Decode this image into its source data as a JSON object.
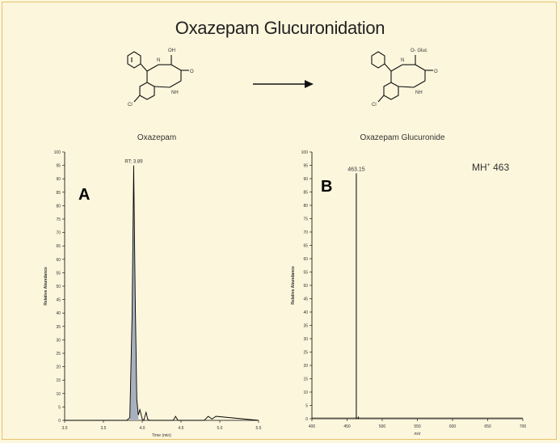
{
  "title": "Oxazepam Glucuronidation",
  "colors": {
    "background": "#fcf6dc",
    "border": "#e6c36a",
    "peak_fill": "#a9b0bd",
    "line": "#000000"
  },
  "molecules": {
    "left": {
      "name": "Oxazepam",
      "atoms": {
        "n": "N",
        "oh": "OH",
        "o": "O",
        "nh": "NH",
        "cl": "Cl"
      }
    },
    "right": {
      "name": "Oxazepam Glucuronide",
      "atoms": {
        "n": "N",
        "og": "O- Gluc",
        "o": "O",
        "nh": "NH",
        "cl": "Cl"
      }
    }
  },
  "chart_data": [
    {
      "type": "line",
      "panel_label": "A",
      "xlabel": "Time (min)",
      "ylabel": "Relative Abundance",
      "xlim": [
        3.0,
        5.5
      ],
      "ylim": [
        0,
        100
      ],
      "x_ticks": [
        3.0,
        3.5,
        4.0,
        4.5,
        5.0,
        5.5
      ],
      "y_ticks": [
        0,
        5,
        10,
        15,
        20,
        25,
        30,
        35,
        40,
        45,
        50,
        55,
        60,
        65,
        70,
        75,
        80,
        85,
        90,
        95,
        100
      ],
      "annotation": "RT: 3.89",
      "series": [
        {
          "x": [
            3.0,
            3.5,
            3.8,
            3.84,
            3.87,
            3.89,
            3.91,
            3.93,
            3.95,
            3.97,
            4.0,
            4.02,
            4.05,
            4.07,
            4.09,
            4.4,
            4.43,
            4.46,
            4.8,
            4.85,
            4.9,
            4.95,
            5.5
          ],
          "y": [
            0,
            0,
            0,
            1,
            40,
            95,
            45,
            8,
            2,
            4,
            0.5,
            0,
            3,
            0.5,
            0,
            0,
            1.5,
            0,
            0,
            1.5,
            0.5,
            1.5,
            0
          ]
        }
      ]
    },
    {
      "type": "bar",
      "panel_label": "B",
      "xlabel": "m/z",
      "ylabel": "Relative Abundance",
      "xlim": [
        400,
        700
      ],
      "ylim": [
        0,
        100
      ],
      "x_ticks": [
        400,
        450,
        500,
        550,
        600,
        650,
        700
      ],
      "y_ticks": [
        0,
        5,
        10,
        15,
        20,
        25,
        30,
        35,
        40,
        45,
        50,
        55,
        60,
        65,
        70,
        75,
        80,
        85,
        90,
        95,
        100
      ],
      "annotation": "463.15",
      "note": "MH+ 463",
      "peaks": [
        {
          "x": 463.15,
          "y": 92
        },
        {
          "x": 466,
          "y": 0.8
        }
      ]
    }
  ]
}
